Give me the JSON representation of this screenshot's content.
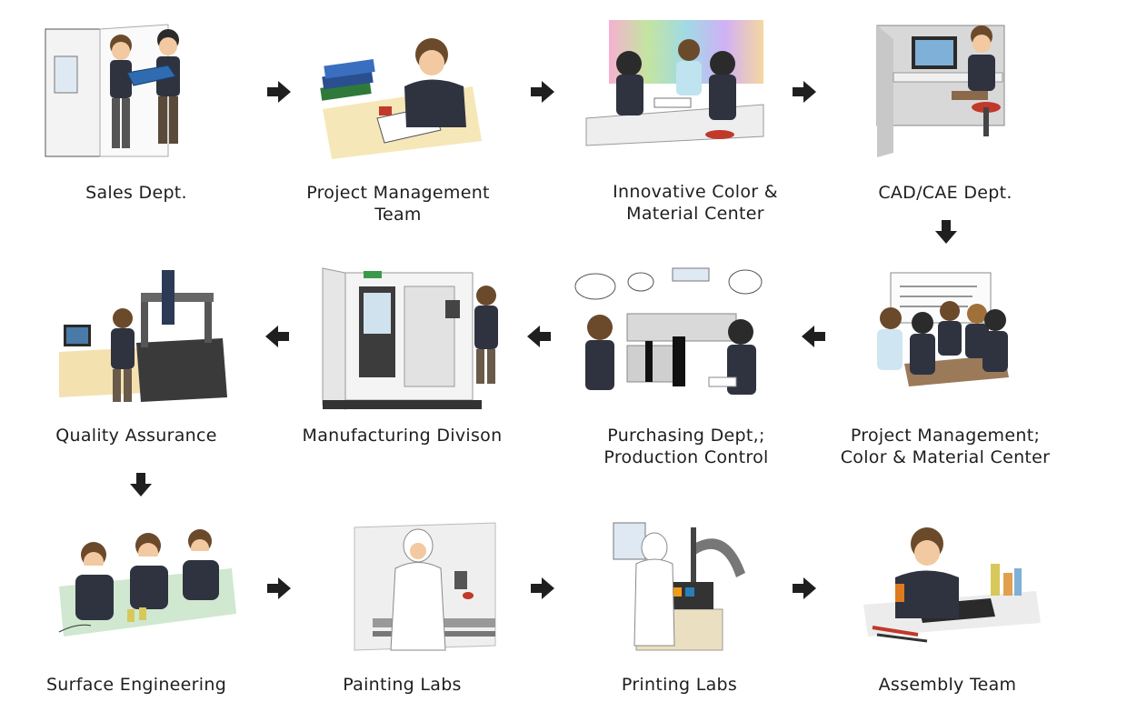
{
  "stages": [
    {
      "label": "Sales Dept.",
      "icon": "sales-meeting-icon"
    },
    {
      "label": "Project Management\nTeam",
      "icon": "project-planning-icon"
    },
    {
      "label": "Innovative Color &\nMaterial Center",
      "icon": "color-swatch-icon"
    },
    {
      "label": "CAD/CAE Dept.",
      "icon": "cad-workstation-icon"
    },
    {
      "label": "Project Management;\nColor & Material Center",
      "icon": "team-review-icon"
    },
    {
      "label": "Purchasing Dept,;\nProduction Control",
      "icon": "purchasing-office-icon"
    },
    {
      "label": "Manufacturing Divison",
      "icon": "cnc-machine-icon"
    },
    {
      "label": "Quality Assurance",
      "icon": "cmm-inspection-icon"
    },
    {
      "label": "Surface Engineering",
      "icon": "surface-workers-icon"
    },
    {
      "label": "Painting Labs",
      "icon": "spray-painter-icon"
    },
    {
      "label": "Printing Labs",
      "icon": "printing-machine-icon"
    },
    {
      "label": "Assembly Team",
      "icon": "assembly-bench-icon"
    }
  ],
  "flow": "snake",
  "colors": {
    "arrow": "#1f1f1f",
    "uniform": "#2f3340",
    "skin": "#f2c9a0",
    "hair": "#6b4a2b",
    "accent": "#e07a1f"
  }
}
